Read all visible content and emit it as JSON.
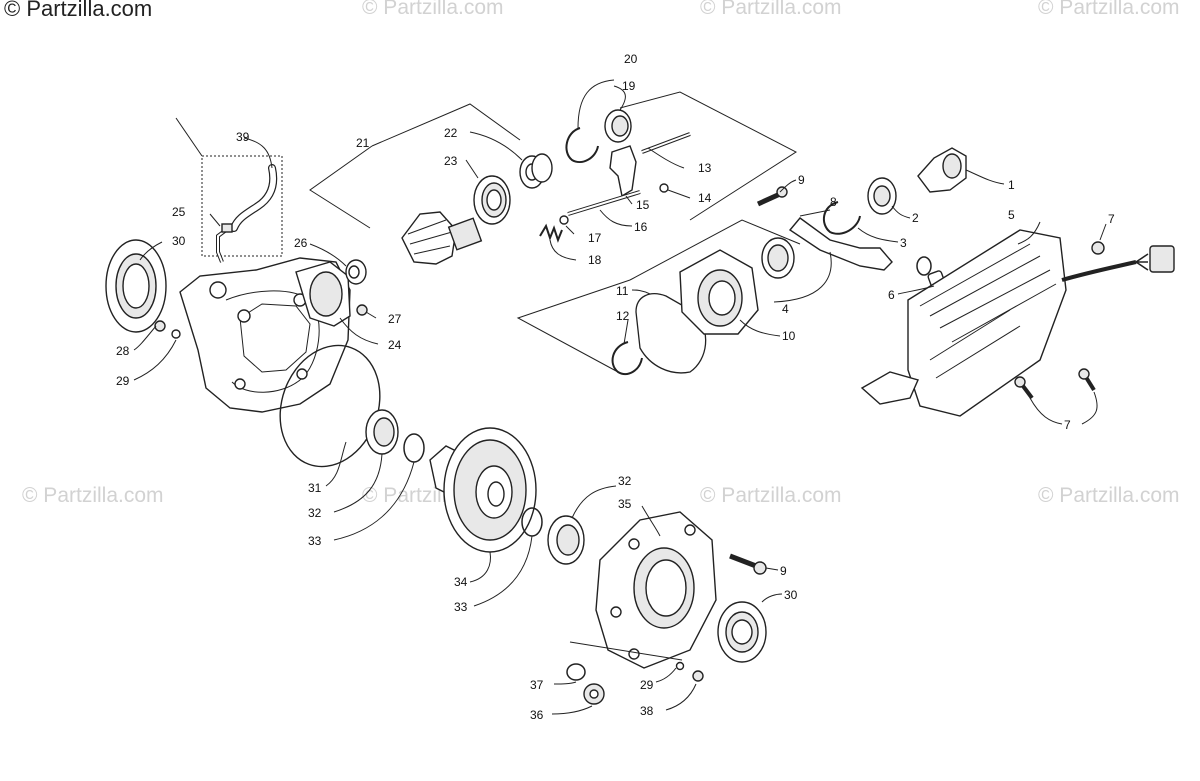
{
  "brand": {
    "text": "© Partzilla.com"
  },
  "watermark": "© Partzilla.com",
  "callouts": [
    {
      "id": "c1",
      "label": "1"
    },
    {
      "id": "c2",
      "label": "2"
    },
    {
      "id": "c3",
      "label": "3"
    },
    {
      "id": "c4",
      "label": "4"
    },
    {
      "id": "c5",
      "label": "5"
    },
    {
      "id": "c6",
      "label": "6"
    },
    {
      "id": "c7a",
      "label": "7"
    },
    {
      "id": "c7b",
      "label": "7"
    },
    {
      "id": "c8",
      "label": "8"
    },
    {
      "id": "c9a",
      "label": "9"
    },
    {
      "id": "c9b",
      "label": "9"
    },
    {
      "id": "c10",
      "label": "10"
    },
    {
      "id": "c11",
      "label": "11"
    },
    {
      "id": "c12",
      "label": "12"
    },
    {
      "id": "c13",
      "label": "13"
    },
    {
      "id": "c14",
      "label": "14"
    },
    {
      "id": "c15",
      "label": "15"
    },
    {
      "id": "c16",
      "label": "16"
    },
    {
      "id": "c17",
      "label": "17"
    },
    {
      "id": "c18",
      "label": "18"
    },
    {
      "id": "c19",
      "label": "19"
    },
    {
      "id": "c20",
      "label": "20"
    },
    {
      "id": "c21",
      "label": "21"
    },
    {
      "id": "c22",
      "label": "22"
    },
    {
      "id": "c23",
      "label": "23"
    },
    {
      "id": "c24",
      "label": "24"
    },
    {
      "id": "c25",
      "label": "25"
    },
    {
      "id": "c26",
      "label": "26"
    },
    {
      "id": "c27",
      "label": "27"
    },
    {
      "id": "c28",
      "label": "28"
    },
    {
      "id": "c29a",
      "label": "29"
    },
    {
      "id": "c29b",
      "label": "29"
    },
    {
      "id": "c30a",
      "label": "30"
    },
    {
      "id": "c30b",
      "label": "30"
    },
    {
      "id": "c31",
      "label": "31"
    },
    {
      "id": "c32a",
      "label": "32"
    },
    {
      "id": "c32b",
      "label": "32"
    },
    {
      "id": "c33a",
      "label": "33"
    },
    {
      "id": "c33b",
      "label": "33"
    },
    {
      "id": "c34",
      "label": "34"
    },
    {
      "id": "c35",
      "label": "35"
    },
    {
      "id": "c36",
      "label": "36"
    },
    {
      "id": "c37",
      "label": "37"
    },
    {
      "id": "c38",
      "label": "38"
    },
    {
      "id": "c39",
      "label": "39"
    }
  ]
}
